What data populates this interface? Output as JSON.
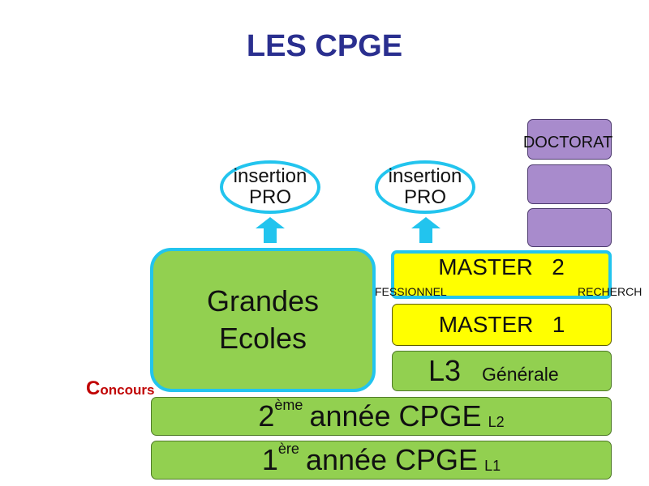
{
  "title": "LES CPGE",
  "insertion": [
    {
      "line1": "insertion",
      "line2": "PRO"
    },
    {
      "line1": "insertion",
      "line2": "PRO"
    }
  ],
  "grandes_ecoles": {
    "line1": "Grandes",
    "line2": "Ecoles"
  },
  "master2": {
    "label": "MASTER   2",
    "left_tag": "FESSIONNEL",
    "right_tag": "RECHERCH"
  },
  "master1": {
    "label": "MASTER   1"
  },
  "l3": {
    "main": "L3",
    "sub": "Générale"
  },
  "doctorat": "DOCTORAT",
  "concours": {
    "cap": "C",
    "rest": "oncours"
  },
  "year2": {
    "num": "2",
    "sup": "ème",
    "text": "année CPGE",
    "level": "L2"
  },
  "year1": {
    "num": "1",
    "sup": "ère",
    "text": "année CPGE",
    "level": "L1"
  },
  "colors": {
    "title": "#2a2f8f",
    "green": "#92d050",
    "yellow": "#ffff00",
    "purple": "#a88bcc",
    "cyan": "#22c4ee",
    "concours": "#c00000"
  }
}
